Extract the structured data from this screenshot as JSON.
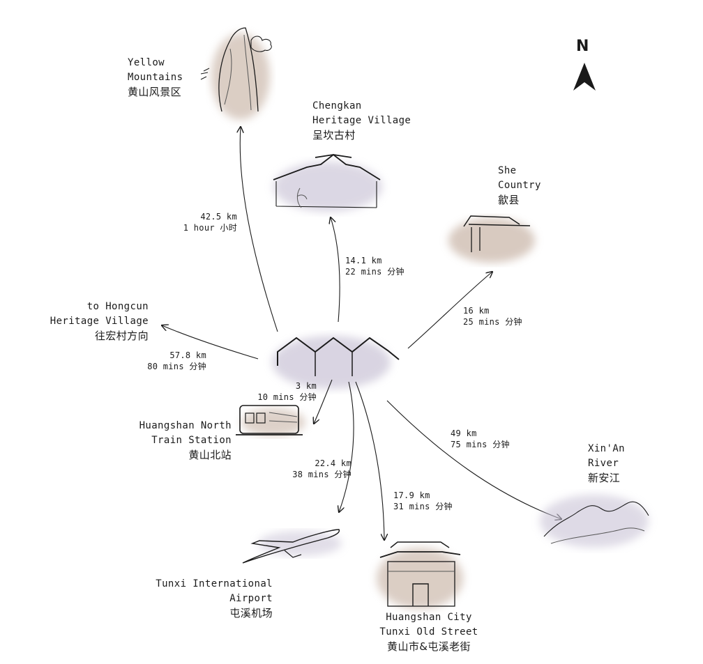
{
  "compass": {
    "label": "N",
    "icon": "north-arrow-icon"
  },
  "center": {
    "icon": "hui-style-roof-icon"
  },
  "destinations": {
    "yellow_mountains": {
      "name": [
        "Yellow",
        "Mountains"
      ],
      "name_zh": "黄山风景区",
      "icon": "mountain-peak-icon",
      "distance": "42.5 km",
      "duration": "1 hour 小时"
    },
    "chengkan": {
      "name": [
        "Chengkan",
        "Heritage Village"
      ],
      "name_zh": "呈坎古村",
      "icon": "village-house-icon",
      "distance": "14.1 km",
      "duration": "22 mins 分钟"
    },
    "she_country": {
      "name": [
        "She",
        "Country"
      ],
      "name_zh": "歙县",
      "icon": "archway-icon",
      "distance": "16 km",
      "duration": "25 mins 分钟"
    },
    "hongcun": {
      "name": [
        "to Hongcun",
        "Heritage Village"
      ],
      "name_zh": "往宏村方向",
      "distance": "57.8 km",
      "duration": "80 mins 分钟"
    },
    "train_station": {
      "name": [
        "Huangshan North",
        "Train Station"
      ],
      "name_zh": "黄山北站",
      "icon": "train-icon",
      "distance": "3 km",
      "duration": "10 mins 分钟"
    },
    "airport": {
      "name": [
        "Tunxi International",
        "Airport"
      ],
      "name_zh": "屯溪机场",
      "icon": "airplane-icon",
      "distance": "22.4 km",
      "duration": "38 mins 分钟"
    },
    "old_street": {
      "name": [
        "Huangshan City",
        "Tunxi Old Street"
      ],
      "name_zh": "黄山市&屯溪老街",
      "icon": "city-gate-icon",
      "distance": "17.9 km",
      "duration": "31 mins 分钟"
    },
    "xinan_river": {
      "name": [
        "Xin'An",
        "River"
      ],
      "name_zh": "新安江",
      "icon": "river-landscape-icon",
      "distance": "49 km",
      "duration": "75 mins 分钟"
    }
  },
  "colors": {
    "ink": "#1a1a1a",
    "wash_purple": "#c9c3d6",
    "wash_brown": "#c8b4a6"
  }
}
